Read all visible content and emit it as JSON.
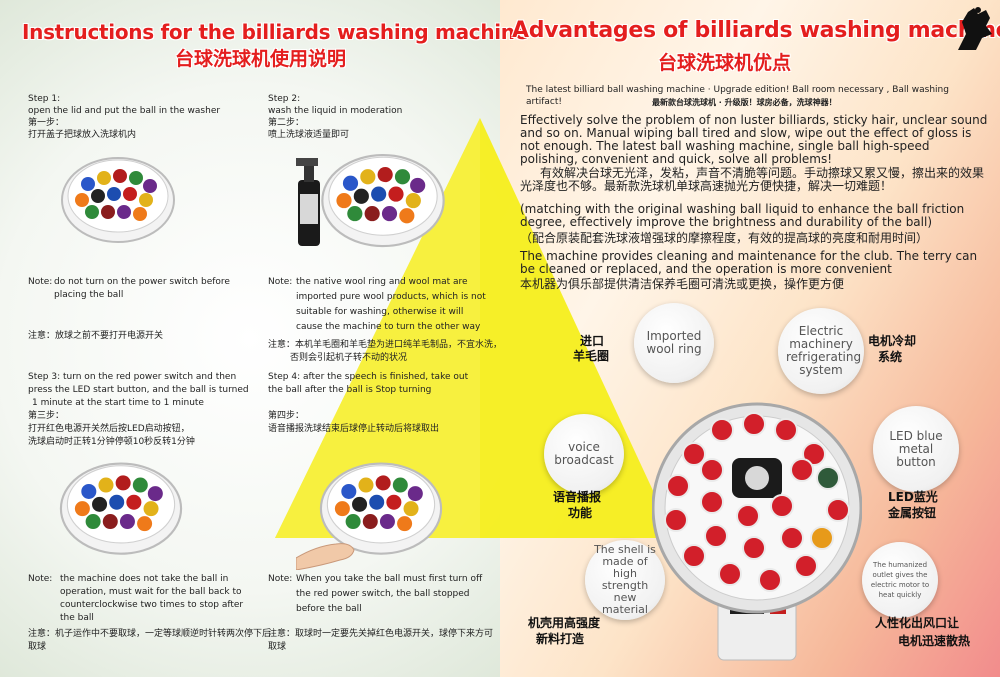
{
  "left": {
    "title_en": "Instructions for the billiards washing machine",
    "title_zh": "台球洗球机使用说明",
    "step1": {
      "label": "Step 1:",
      "text": "open the lid and put the ball in the washer",
      "zh_label": "第一步：",
      "zh_text": "打开盖子把球放入洗球机内"
    },
    "note1": {
      "label": "Note:",
      "text1": "do not turn on the power switch before",
      "text2": "placing the ball",
      "zh": "注意：放球之前不要打开电源开关"
    },
    "step2": {
      "label": "Step 2:",
      "text": "wash the liquid in moderation",
      "zh_label": "第二步：",
      "zh_text": "喷上洗球液适量即可"
    },
    "note2": {
      "label": "Note:",
      "text1": "the native wool ring and wool mat are",
      "text2": "imported pure wool products, which is not",
      "text3": "suitable for washing, otherwise it will",
      "text4": "cause the machine to turn the other way",
      "zh1": "注意：本机羊毛圈和羊毛垫为进口纯羊毛制品，不宜水洗，",
      "zh2": "否则会引起机子转不动的状况"
    },
    "step3": {
      "text1": "Step 3: turn on the red power switch and then",
      "text2": "press the LED start button, and the ball is turned",
      "text3": "1 minute at the start time to 1 minute",
      "zh_label": "第三步：",
      "zh1": "打开红色电源开关然后按LED启动按钮，",
      "zh2": "洗球启动时正转1分钟停顿10秒反转1分钟"
    },
    "step4": {
      "text1": "Step 4: after the speech is finished, take out",
      "text2": "the ball  after the ball is Stop turning",
      "zh_label": "第四步：",
      "zh": "语音播报洗球结束后球停止转动后将球取出"
    },
    "note3": {
      "label": "Note:",
      "text1": "the machine does not take the ball in",
      "text2": "operation, must wait for the ball back to",
      "text3": "counterclockwise two times to stop after",
      "text4": "the ball",
      "zh1": "注意：机子运作中不要取球，一定等球顺逆时针转两次停下后",
      "zh2": "取球"
    },
    "note4": {
      "label": "Note:",
      "text1": "When you take the ball must first turn off",
      "text2": "the red power switch, the ball stopped",
      "text3": "before the ball",
      "zh1": "注意：取球时一定要先关掉红色电源开关，球停下来方可",
      "zh2": "取球"
    }
  },
  "right": {
    "title_en": "Advantages of billiards washing machine",
    "title_zh": "台球洗球机优点",
    "intro_en": "The latest billiard ball washing machine · Upgrade edition!  Ball room necessary ,  Ball washing artifact!",
    "intro_zh": "最新款台球洗球机 · 升级版！球房必备，洗球神器！",
    "para1_en": "Effectively solve the problem of non luster billiards, sticky hair, unclear sound and so on. Manual wiping ball tired and slow, wipe out the effect of gloss is not enough. The latest ball washing machine, single ball high-speed polishing, convenient and quick, solve all problems!",
    "para1_zh": "有效解决台球无光泽，发粘，声音不清脆等问题。手动擦球又累又慢，擦出来的效果光泽度也不够。最新款洗球机单球高速抛光方便快捷，解决一切难题！",
    "para2_en": "(matching with the original washing ball liquid to enhance the ball friction degree, effectively improve the brightness and durability of the ball)",
    "para2_zh": "（配合原装配套洗球液增强球的摩擦程度，有效的提高球的亮度和耐用时间）",
    "para3_en": "The machine provides cleaning and maintenance for the club. The terry can be cleaned or replaced, and the operation is more convenient",
    "para3_zh": "本机器为俱乐部提供清洁保养毛圈可清洗或更换，操作更方便",
    "features": {
      "wool_en": "Imported wool ring",
      "wool_zh1": "进口",
      "wool_zh2": "羊毛圈",
      "motor_en": "Electric machinery refrigerating system",
      "motor_zh1": "电机冷却",
      "motor_zh2": "系统",
      "voice_en": "voice broadcast",
      "voice_zh1": "语音播报",
      "voice_zh2": "功能",
      "led_en": "LED blue metal button",
      "led_zh1": "LED蓝光",
      "led_zh2": "金属按钮",
      "shell_en": "The shell is made of high strength new material",
      "shell_zh1": "机壳用高强度",
      "shell_zh2": "新料打造",
      "outlet_en": "The humanized outlet gives the electric motor to heat quickly",
      "outlet_zh1": "人性化出风口让",
      "outlet_zh2": "电机迅速散热"
    }
  },
  "colors": {
    "title_red": "#e41e1e",
    "pyramid_yellow": "#f5ee1c",
    "ball_red": "#d21f2a"
  },
  "icons": [
    "billiard-washer-image",
    "spray-bottle-image",
    "hand-image",
    "silhouette-logo"
  ]
}
